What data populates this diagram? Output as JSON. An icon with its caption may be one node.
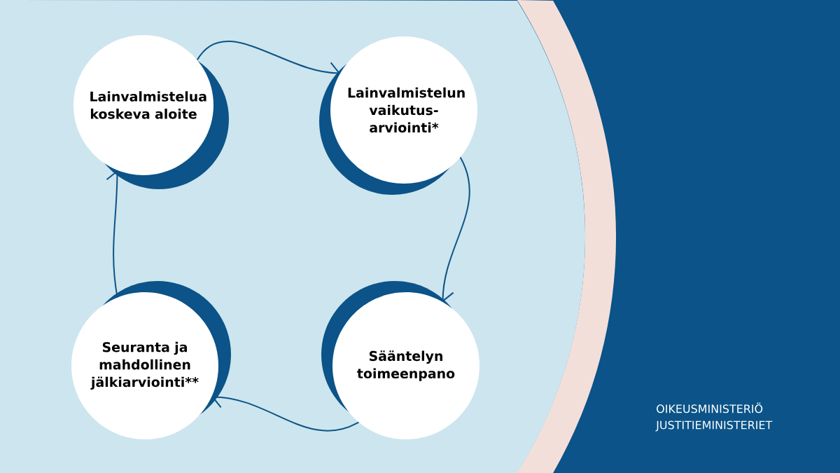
{
  "diagram": {
    "nodes": [
      {
        "text": [
          "Lainvalmistelua koskeva aloite"
        ]
      },
      {
        "text": [
          "Lainvalmistelun vaikutus-arviointi*"
        ]
      },
      {
        "text": [
          "Sääntelyn toimeenpano"
        ]
      },
      {
        "text": [
          "Seuranta ja mahdollinen jälkiarviointi**"
        ]
      }
    ],
    "edges": [
      {
        "from": 0,
        "to": 1,
        "arrow": "to"
      },
      {
        "from": 1,
        "to": 2,
        "arrow": "to"
      },
      {
        "from": 2,
        "to": 3,
        "arrow": "to"
      },
      {
        "from": 3,
        "to": 0,
        "arrow": "to"
      }
    ],
    "labels": [
      "OIKEUSMINISTERIÖ",
      "JUSTITIEMINISTERIET"
    ]
  }
}
